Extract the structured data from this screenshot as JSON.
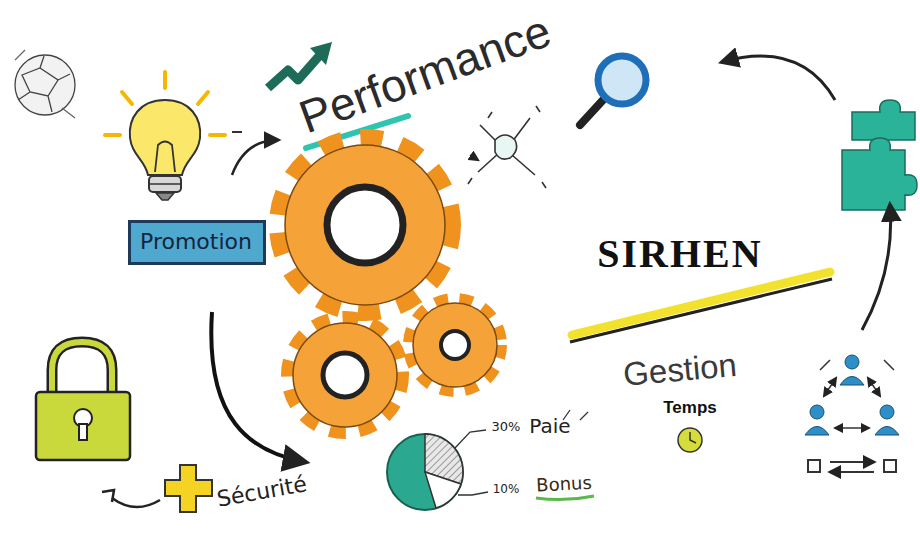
{
  "diagram": {
    "nodes": [
      {
        "text": [
          "Promotion"
        ]
      }
    ],
    "labels": [
      "Performance",
      "SIRHEN",
      "Gestion",
      "Temps",
      "30%",
      "Paie",
      "10%",
      "Bonus",
      "Sécurité"
    ]
  }
}
